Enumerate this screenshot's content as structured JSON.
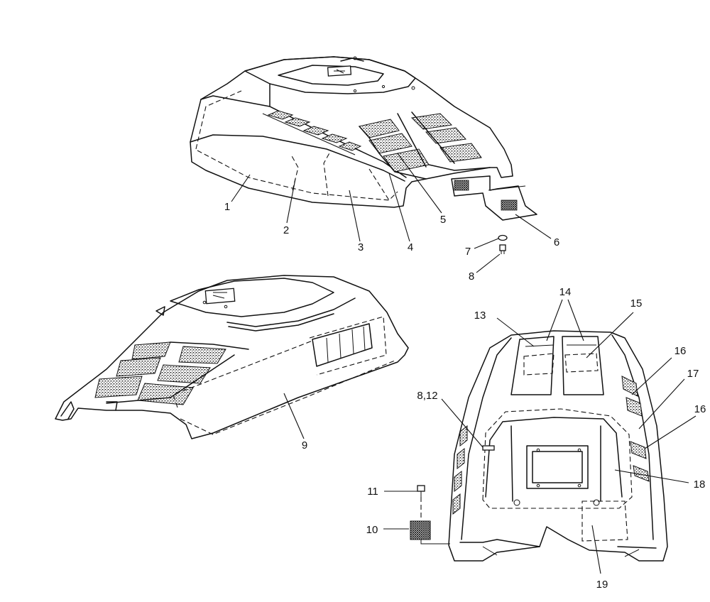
{
  "callouts": [
    {
      "id": "c1",
      "text": "1"
    },
    {
      "id": "c2",
      "text": "2"
    },
    {
      "id": "c3",
      "text": "3"
    },
    {
      "id": "c4",
      "text": "4"
    },
    {
      "id": "c5",
      "text": "5"
    },
    {
      "id": "c6",
      "text": "6"
    },
    {
      "id": "c7",
      "text": "7"
    },
    {
      "id": "c8",
      "text": "8"
    },
    {
      "id": "c9",
      "text": "9"
    },
    {
      "id": "c10",
      "text": "10"
    },
    {
      "id": "c11",
      "text": "11"
    },
    {
      "id": "c8_12",
      "text": "8,12"
    },
    {
      "id": "c13",
      "text": "13"
    },
    {
      "id": "c14",
      "text": "14"
    },
    {
      "id": "c15",
      "text": "15"
    },
    {
      "id": "c16a",
      "text": "16"
    },
    {
      "id": "c17",
      "text": "17"
    },
    {
      "id": "c16b",
      "text": "16"
    },
    {
      "id": "c18",
      "text": "18"
    },
    {
      "id": "c19",
      "text": "19"
    }
  ]
}
